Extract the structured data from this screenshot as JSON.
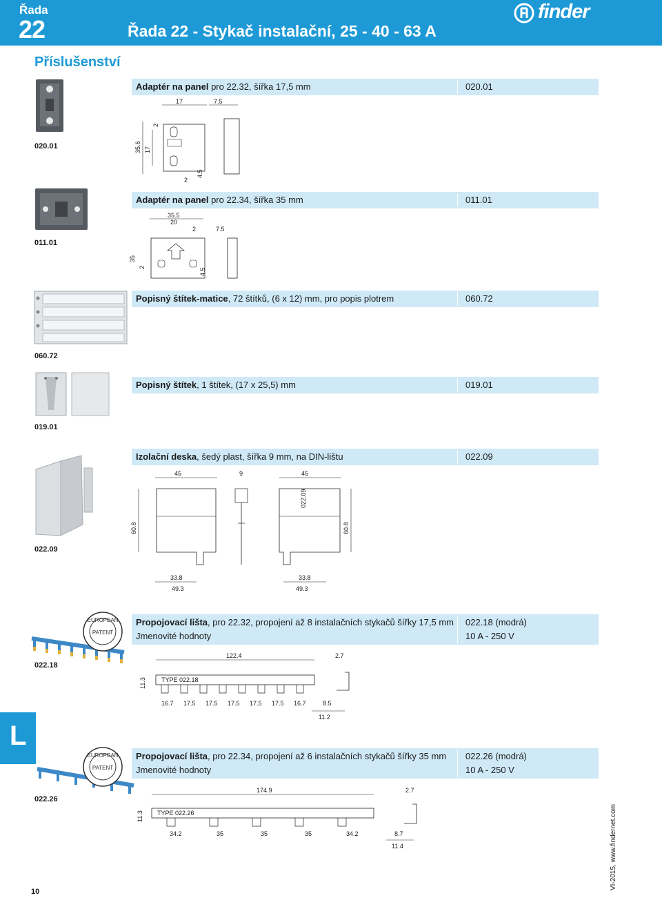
{
  "header": {
    "series_label": "Řada",
    "series_number": "22",
    "title": "Řada 22 - Stykač instalační, 25 - 40 - 63 A",
    "logo_text": "finder",
    "accent_color": "#1d9ad6"
  },
  "section_title": "Příslušenství",
  "items": [
    {
      "photo_label": "020.01",
      "bold": "Adaptér na panel",
      "rest": " pro 22.32, šířka 17,5 mm",
      "code": "020.01",
      "dims": [
        "17",
        "7.5",
        "2",
        "35.6",
        "17",
        "2",
        "4.5"
      ]
    },
    {
      "photo_label": "011.01",
      "bold": "Adaptér na panel",
      "rest": " pro 22.34, šířka 35 mm",
      "code": "011.01",
      "dims": [
        "35.5",
        "20",
        "2",
        "7.5",
        "35",
        "2",
        "4.5"
      ]
    },
    {
      "photo_label": "060.72",
      "bold": "Popisný štítek-matice",
      "rest": ", 72 štítků, (6 x 12) mm, pro popis plotrem",
      "code": "060.72"
    },
    {
      "photo_label": "019.01",
      "bold": "Popisný štítek",
      "rest": ", 1 štítek, (17 x 25,5) mm",
      "code": "019.01"
    },
    {
      "photo_label": "022.09",
      "bold": "Izolační deska",
      "rest": ", šedý plast, šířka 9 mm, na DIN-lištu",
      "code": "022.09",
      "dims": [
        "45",
        "9",
        "45",
        "60.8",
        "60.8",
        "33.8",
        "33.8",
        "49.3",
        "49.3",
        "022.09"
      ]
    },
    {
      "photo_label": "022.18",
      "bold": "Propojovací lišta",
      "rest": ", pro 22.32, propojení až 8 instalačních stykačů šířky 17,5 mm",
      "code": "022.18 (modrá)",
      "rating_label": "Jmenovité hodnoty",
      "rating_value": "10 A - 250 V",
      "dims": [
        "122.4",
        "2.7",
        "11.3",
        "16.7",
        "17.5",
        "17.5",
        "17.5",
        "17.5",
        "17.5",
        "16.7",
        "8.5",
        "11.2"
      ],
      "print": "TYPE 022.18"
    },
    {
      "photo_label": "022.26",
      "bold": "Propojovací lišta",
      "rest": ", pro 22.34, propojení až 6 instalačních stykačů šířky 35 mm",
      "code": "022.26 (modrá)",
      "rating_label": "Jmenovité hodnoty",
      "rating_value": "10 A - 250 V",
      "dims": [
        "174.9",
        "2.7",
        "11.3",
        "34.2",
        "35",
        "35",
        "35",
        "34.2",
        "8.7",
        "11.4"
      ],
      "print": "TYPE 022.26"
    }
  ],
  "stamp_text": [
    "EUROPEAN",
    "PATENT"
  ],
  "side_tab_letter": "L",
  "page_number": "10",
  "footer": "VI-2015, www.findernet.com"
}
